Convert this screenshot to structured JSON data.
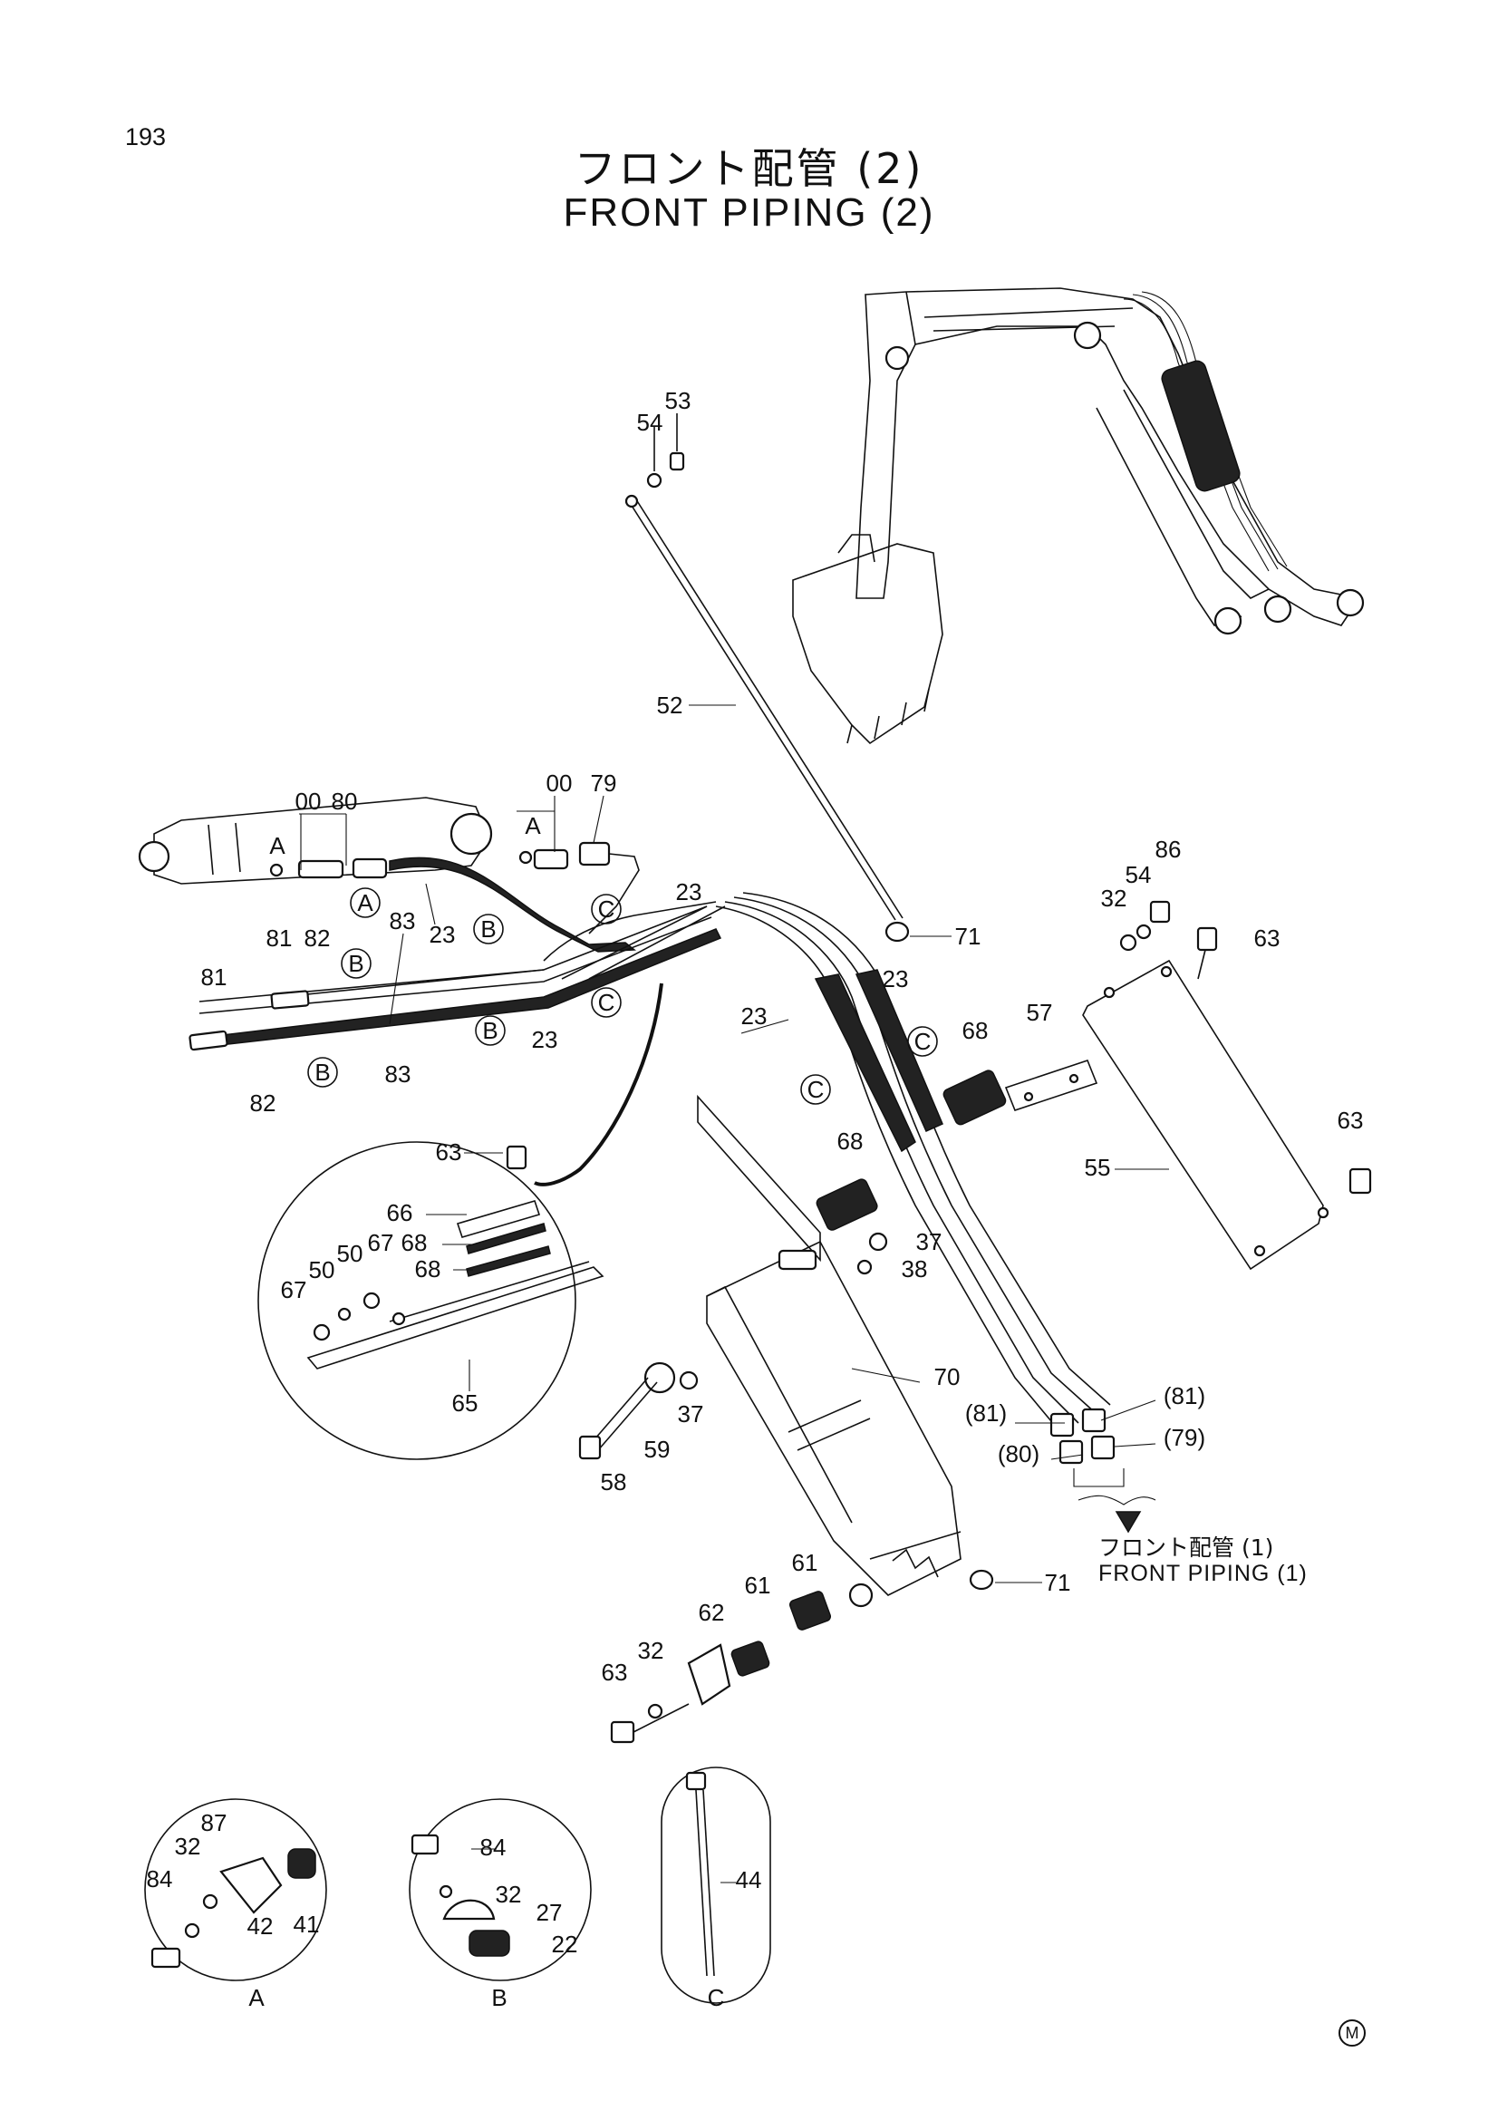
{
  "page": {
    "number": "193",
    "title_jp": "フロント配管 (2)",
    "title_en": "FRONT PIPING (2)",
    "mark": "M"
  },
  "reference": {
    "jp": "フロント配管 (1)",
    "en": "FRONT PIPING (1)"
  },
  "callout_letters": {
    "a": "A",
    "b": "B",
    "c": "C"
  },
  "labels": {
    "n00a": "00",
    "n80": "80",
    "n00b": "00",
    "n79": "79",
    "n53": "53",
    "n54": "54",
    "n52": "52",
    "n23a": "23",
    "n23b": "23",
    "n23c": "23",
    "n23d": "23",
    "n23e": "23",
    "n81a": "81",
    "n82a": "82",
    "n83a": "83",
    "n81b": "81",
    "n82b": "82",
    "n83b": "83",
    "n71a": "71",
    "n71b": "71",
    "n32a": "32",
    "n54b": "54",
    "n86": "86",
    "n63a": "63",
    "n57": "57",
    "n68a": "68",
    "n68b": "68",
    "n63b": "63",
    "n55": "55",
    "n37a": "37",
    "n38": "38",
    "n70": "70",
    "n37b": "37",
    "n59": "59",
    "n58": "58",
    "p81a": "(81)",
    "p81b": "(81)",
    "p79": "(79)",
    "p80": "(80)",
    "n61a": "61",
    "n61b": "61",
    "n62": "62",
    "n63c": "63",
    "n32b": "32",
    "d63": "63",
    "d66": "66",
    "d68a": "68",
    "d68b": "68",
    "d67a": "67",
    "d50a": "50",
    "d67b": "67",
    "d50b": "50",
    "d65": "65",
    "a87": "87",
    "a32": "32",
    "a84": "84",
    "a42": "42",
    "a41": "41",
    "b84": "84",
    "b32": "32",
    "b27": "27",
    "b22": "22",
    "c44": "44"
  },
  "detail_captions": {
    "a": "A",
    "b": "B",
    "c": "C"
  }
}
